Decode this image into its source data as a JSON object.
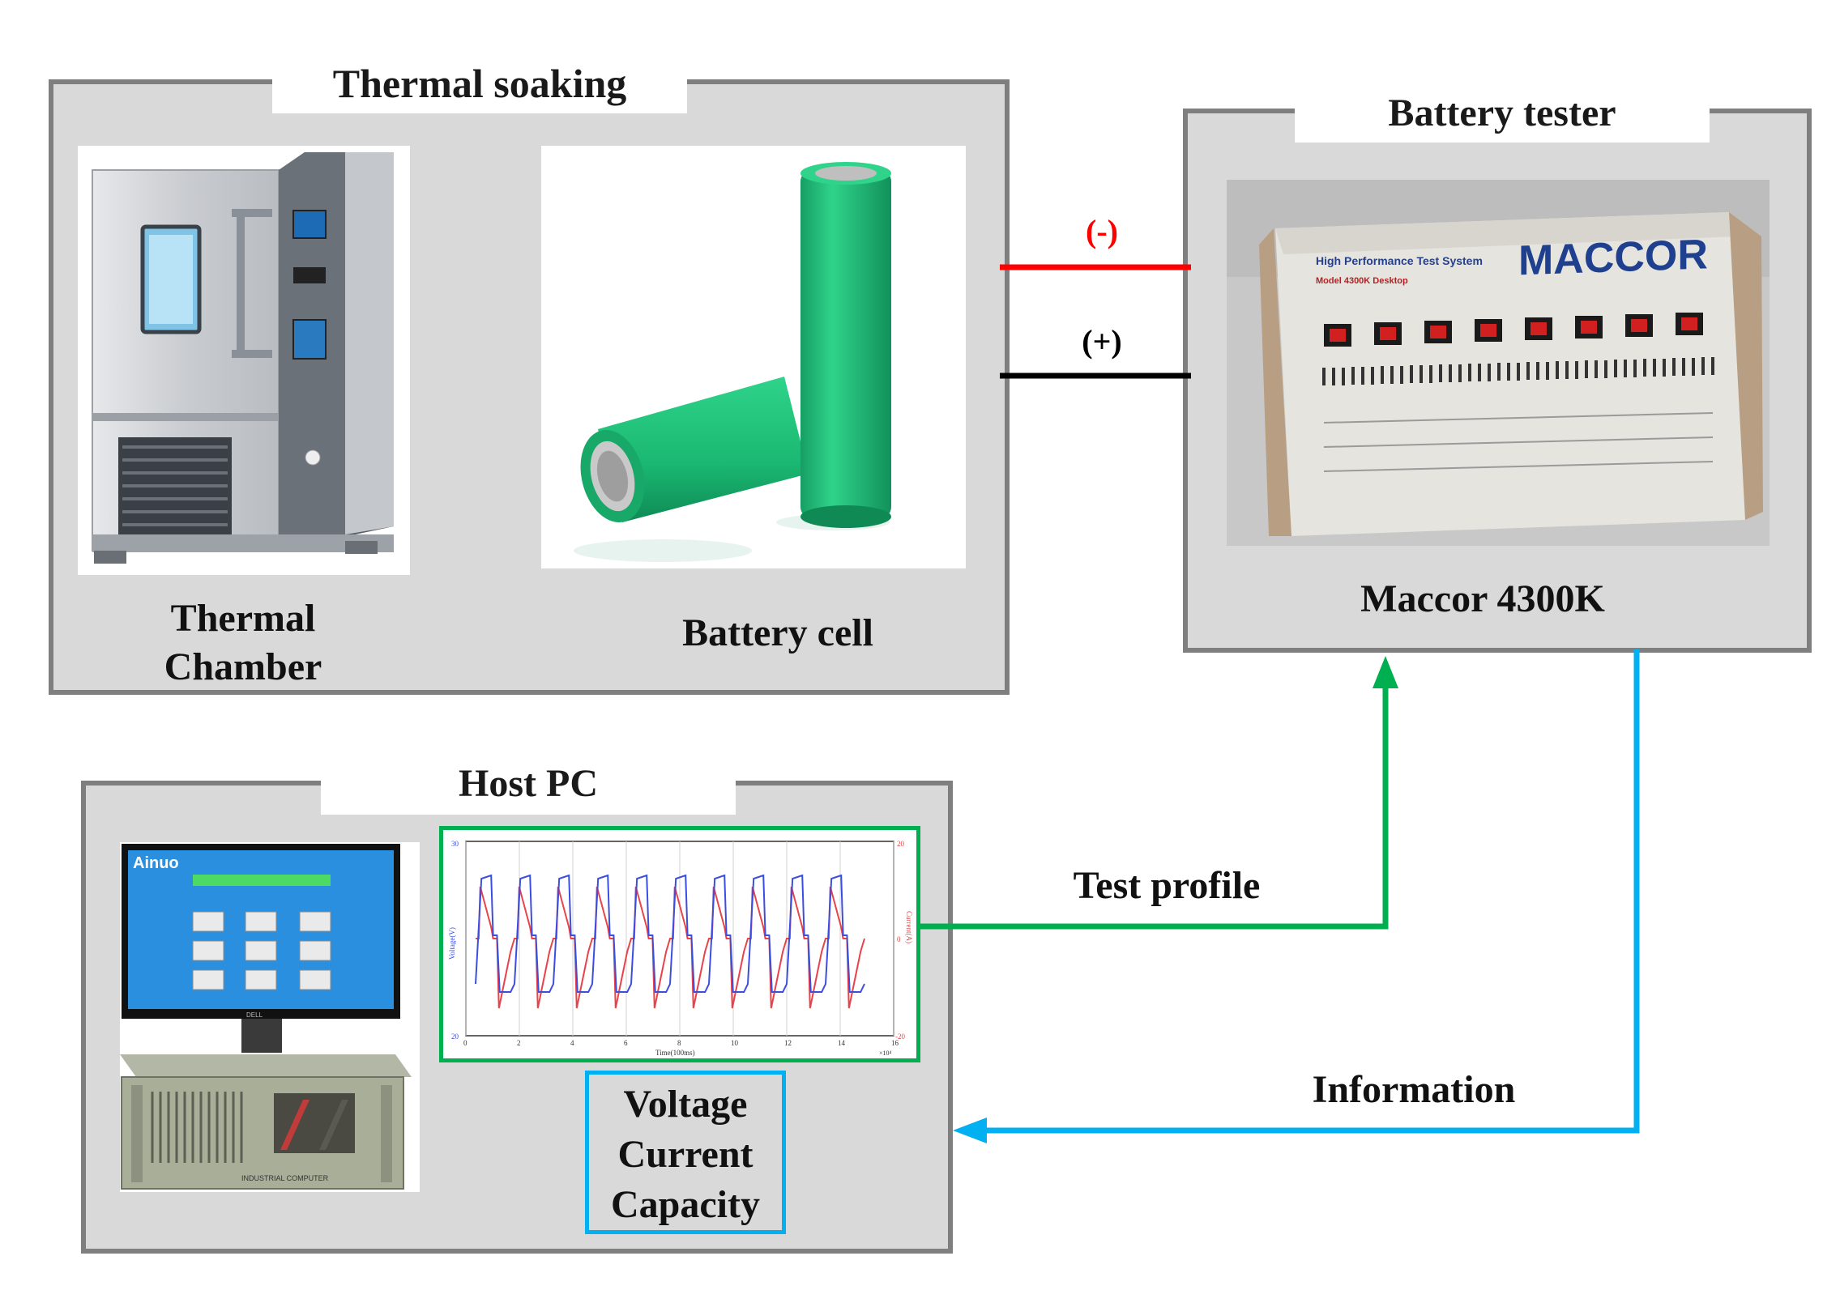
{
  "thermal_soaking": {
    "title": "Thermal soaking",
    "chamber_label_line1": "Thermal",
    "chamber_label_line2": "Chamber",
    "cell_label": "Battery cell"
  },
  "battery_tester": {
    "title": "Battery tester",
    "model_label": "Maccor 4300K",
    "device_text_1": "High Performance Test System",
    "device_text_2": "Model 4300K Desktop",
    "brand": "MACCOR"
  },
  "host_pc": {
    "title": "Host PC",
    "software_brand": "Ainuo",
    "monitor_brand": "DELL",
    "case_label": "INDUSTRIAL COMPUTER",
    "outputs": [
      "Voltage",
      "Current",
      "Capacity"
    ]
  },
  "connections": {
    "negative": "(-)",
    "positive": "(+)",
    "test_profile": "Test profile",
    "information": "Information"
  },
  "plot": {
    "ylabel_left": "Voltage(V)",
    "ylabel_right": "Current(A)",
    "xlabel": "Time(100ms)",
    "x_ticks": [
      "0",
      "2",
      "4",
      "6",
      "8",
      "10",
      "12",
      "14",
      "16"
    ],
    "y_left_ticks": [
      "30",
      "20"
    ],
    "y_right_ticks": [
      "20",
      "0",
      "-20"
    ],
    "x_exp": "×10⁴"
  },
  "colors": {
    "panel_bg": "#d9d9d9",
    "panel_border": "#7f7f7f",
    "negative_wire": "#ff0000",
    "positive_wire": "#000000",
    "test_profile_arrow": "#00b050",
    "information_arrow": "#00b0f0",
    "cell_green": "#1fbf7a"
  }
}
